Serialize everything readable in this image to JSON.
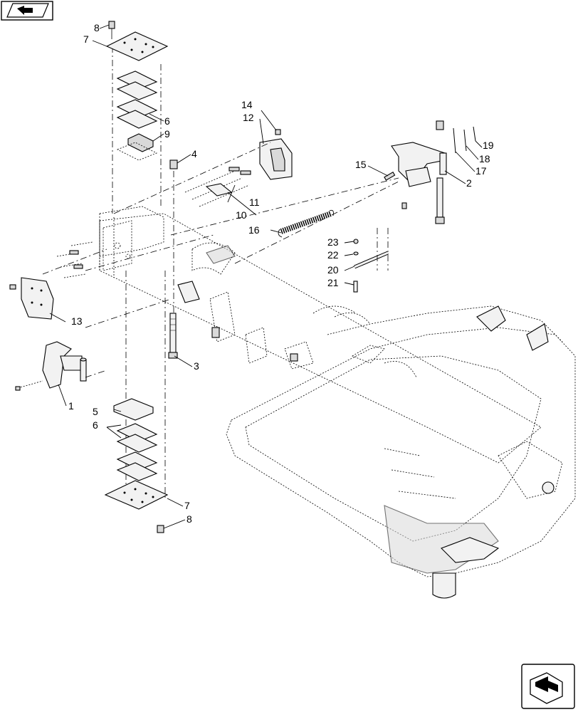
{
  "callouts": [
    {
      "id": "c1",
      "label": "1"
    },
    {
      "id": "c2",
      "label": "2"
    },
    {
      "id": "c3",
      "label": "3"
    },
    {
      "id": "c4",
      "label": "4"
    },
    {
      "id": "c5",
      "label": "5"
    },
    {
      "id": "c6a",
      "label": "6"
    },
    {
      "id": "c6b",
      "label": "6"
    },
    {
      "id": "c7a",
      "label": "7"
    },
    {
      "id": "c7b",
      "label": "7"
    },
    {
      "id": "c8a",
      "label": "8"
    },
    {
      "id": "c8b",
      "label": "8"
    },
    {
      "id": "c9",
      "label": "9"
    },
    {
      "id": "c10",
      "label": "10"
    },
    {
      "id": "c11",
      "label": "11"
    },
    {
      "id": "c12",
      "label": "12"
    },
    {
      "id": "c13",
      "label": "13"
    },
    {
      "id": "c14",
      "label": "14"
    },
    {
      "id": "c15",
      "label": "15"
    },
    {
      "id": "c16",
      "label": "16"
    },
    {
      "id": "c17",
      "label": "17"
    },
    {
      "id": "c18",
      "label": "18"
    },
    {
      "id": "c19",
      "label": "19"
    },
    {
      "id": "c20",
      "label": "20"
    },
    {
      "id": "c21",
      "label": "21"
    },
    {
      "id": "c22",
      "label": "22"
    },
    {
      "id": "c23",
      "label": "23"
    }
  ],
  "icons": {
    "top_left": "return-arrow-icon",
    "bottom_right": "next-page-arrow-icon"
  }
}
